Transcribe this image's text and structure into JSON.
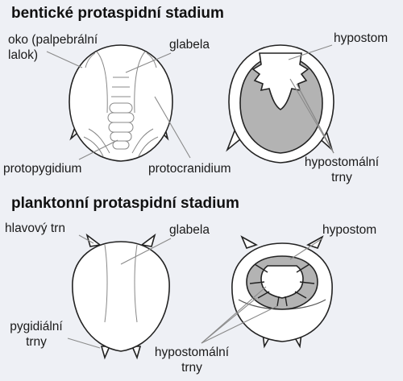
{
  "titles": {
    "benthic": "bentické protaspidní stadium",
    "planktonic": "planktonní protaspidní stadium"
  },
  "labels": {
    "oko_line1": "oko (palpebrální",
    "oko_line2": "lalok)",
    "glabela_top": "glabela",
    "hypostom_top": "hypostom",
    "protopygidium": "protopygidium",
    "protocranidium": "protocranidium",
    "hypostomalni_top_line1": "hypostomální",
    "hypostomalni_top_line2": "trny",
    "hlavovy_trn": "hlavový trn",
    "glabela_bottom": "glabela",
    "hypostom_bottom": "hypostom",
    "pygidialni_line1": "pygidiální",
    "pygidialni_line2": "trny",
    "hypostomalni_bottom_line1": "hypostomální",
    "hypostomalni_bottom_line2": "trny"
  },
  "colors": {
    "background": "#eef0f5",
    "outline": "#222222",
    "shell_fill": "#ffffff",
    "hypostome_area": "#b3b3b3",
    "leader_line": "#8a8a8a"
  }
}
